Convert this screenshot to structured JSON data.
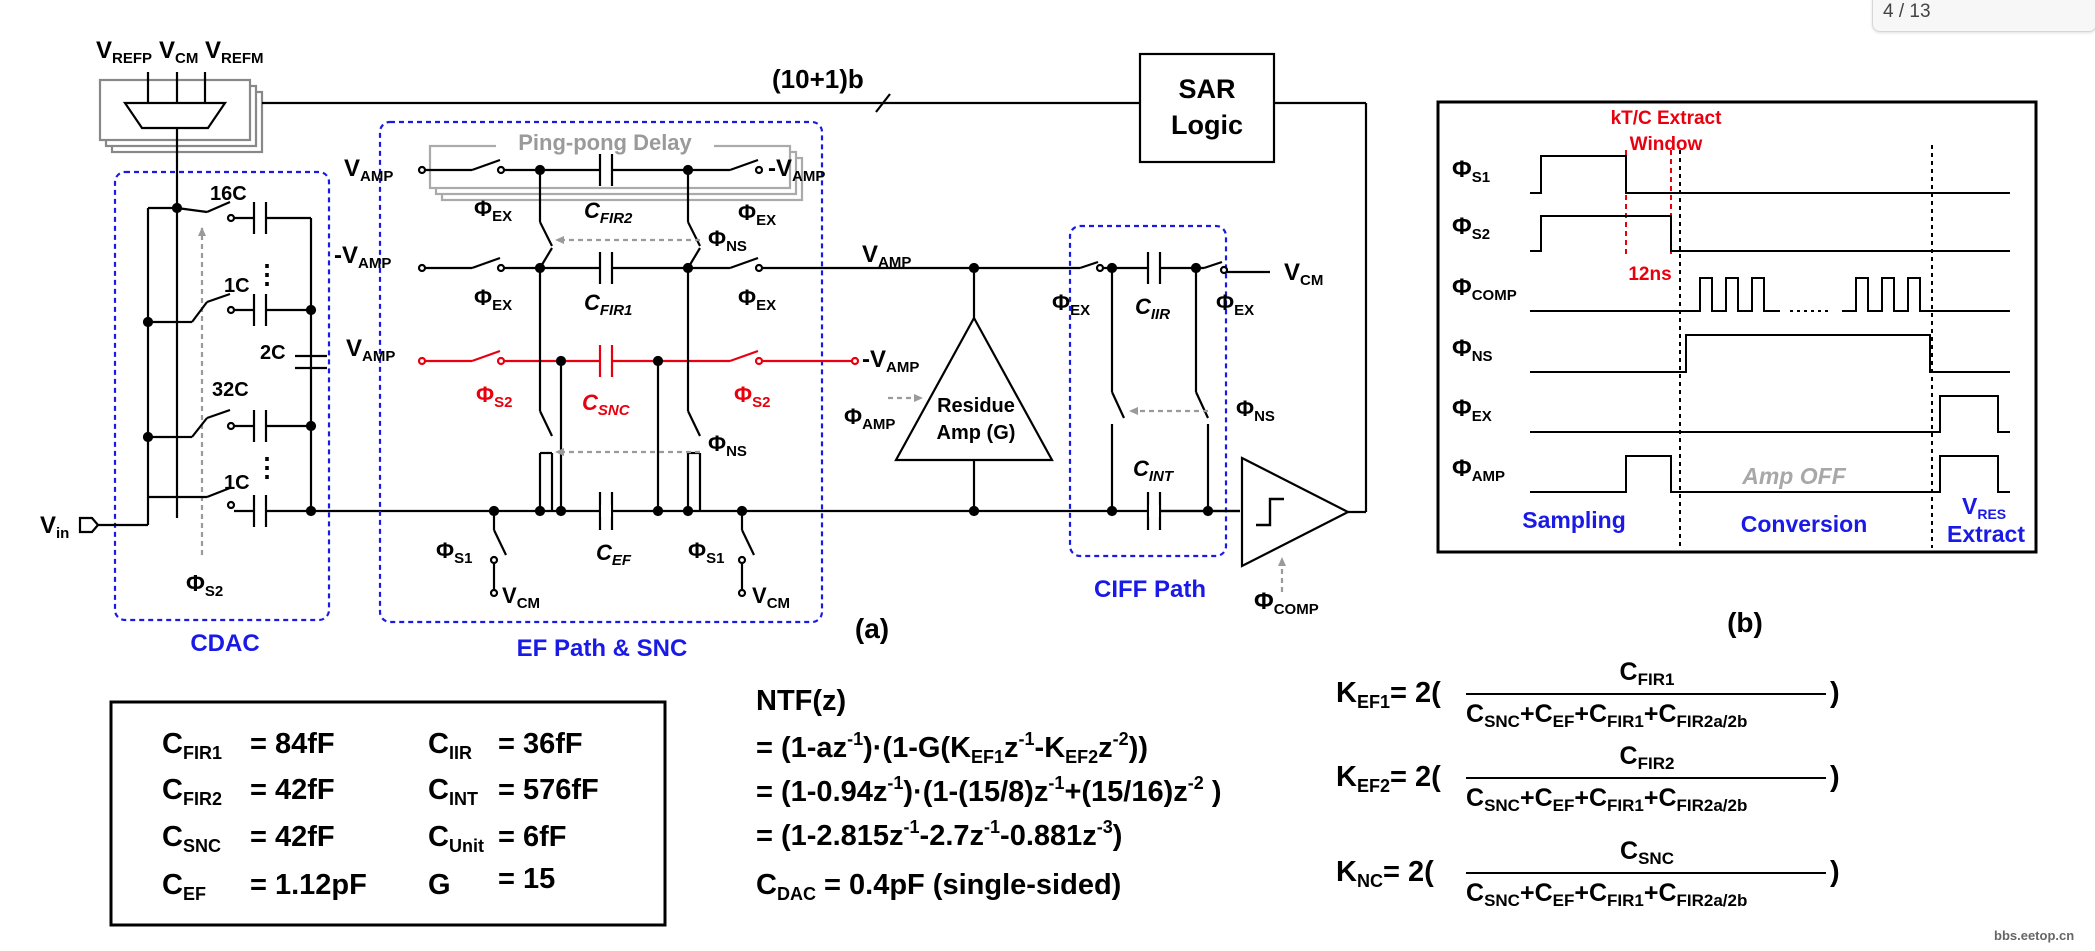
{
  "viewer": {
    "page_indicator": "4 / 13",
    "watermark": "bbs.eetop.cn"
  },
  "colors": {
    "wire": "#000000",
    "highlight": "#e8000e",
    "group_box": "#1a1ae6",
    "gray": "#9a9a9a"
  },
  "schematic": {
    "ref_inputs": {
      "v_refp": "V",
      "v_refp_sub": "REFP",
      "v_cm": "V",
      "v_cm_sub": "CM",
      "v_refm": "V",
      "v_refm_sub": "REFM"
    },
    "bus_label": "(10+1)b",
    "sar_logic": {
      "line1": "SAR",
      "line2": "Logic"
    },
    "cdac": {
      "caps": [
        "16C",
        "1C",
        "2C",
        "32C",
        "1C"
      ],
      "dots": "⋮",
      "input": {
        "base": "V",
        "sub": "in"
      },
      "phi_s2": {
        "base": "Φ",
        "sub": "S2"
      },
      "title": "CDAC"
    },
    "ef_path": {
      "title": "EF Path & SNC",
      "pingpong": "Ping-pong Delay",
      "v_amp": {
        "base": "V",
        "sub": "AMP"
      },
      "neg_v_amp": {
        "base": "-V",
        "sub": "AMP"
      },
      "phi_ex": {
        "base": "Φ",
        "sub": "EX"
      },
      "phi_ns": {
        "base": "Φ",
        "sub": "NS"
      },
      "phi_s2": {
        "base": "Φ",
        "sub": "S2"
      },
      "phi_s1": {
        "base": "Φ",
        "sub": "S1"
      },
      "v_cm": {
        "base": "V",
        "sub": "CM"
      },
      "c_fir2": {
        "base": "C",
        "sub": "FIR2"
      },
      "c_fir1": {
        "base": "C",
        "sub": "FIR1"
      },
      "c_snc": {
        "base": "C",
        "sub": "SNC"
      },
      "c_ef": {
        "base": "C",
        "sub": "EF"
      }
    },
    "residue_amp": {
      "line1": "Residue",
      "line2": "Amp (G)",
      "phi_amp": {
        "base": "Φ",
        "sub": "AMP"
      },
      "v_amp": {
        "base": "V",
        "sub": "AMP"
      }
    },
    "ciff": {
      "title": "CIFF Path",
      "c_iir": {
        "base": "C",
        "sub": "IIR"
      },
      "c_int": {
        "base": "C",
        "sub": "INT"
      },
      "phi_ex": {
        "base": "Φ",
        "sub": "EX"
      },
      "phi_ns": {
        "base": "Φ",
        "sub": "NS"
      },
      "v_cm": {
        "base": "V",
        "sub": "CM"
      },
      "phi_comp": {
        "base": "Φ",
        "sub": "COMP"
      }
    },
    "caption": "(a)"
  },
  "timing": {
    "caption": "(b)",
    "kt_c": {
      "line1": "kT/C Extract",
      "line2": "Window"
    },
    "delay_label": "12ns",
    "amp_off": "Amp OFF",
    "dots": ".......",
    "signals": [
      {
        "base": "Φ",
        "sub": "S1"
      },
      {
        "base": "Φ",
        "sub": "S2"
      },
      {
        "base": "Φ",
        "sub": "COMP"
      },
      {
        "base": "Φ",
        "sub": "NS"
      },
      {
        "base": "Φ",
        "sub": "EX"
      },
      {
        "base": "Φ",
        "sub": "AMP"
      }
    ],
    "phases": {
      "sampling": "Sampling",
      "conversion": "Conversion",
      "vres_base": "V",
      "vres_sub": "RES",
      "extract": "Extract"
    }
  },
  "params": {
    "rows": [
      {
        "l1": "C",
        "s1": "FIR1",
        "v1": "= 84fF",
        "l2": "C",
        "s2": "IIR",
        "v2": "= 36fF"
      },
      {
        "l1": "C",
        "s1": "FIR2",
        "v1": "= 42fF",
        "l2": "C",
        "s2": "INT",
        "v2": "= 576fF"
      },
      {
        "l1": "C",
        "s1": "SNC",
        "v1": "= 42fF",
        "l2": "C",
        "s2": "Unit",
        "v2": "= 6fF"
      },
      {
        "l1": "C",
        "s1": "EF",
        "v1": "= 1.12pF",
        "l2": "G",
        "s2": "",
        "v2": "= 15"
      }
    ]
  },
  "ntf": {
    "title": "NTF(z)",
    "line1": {
      "p1": "= (1-az",
      "e1": "-1",
      "p2": ")·(1-G(K",
      "s1": "EF1",
      "p3": "z",
      "e2": "-1",
      "p4": "-K",
      "s2": "EF2",
      "p5": "z",
      "e3": "-2",
      "p6": "))"
    },
    "line2": {
      "p1": "= (1-0.94z",
      "e1": "-1",
      "p2": ")·(1-(15/8)z",
      "e2": "-1",
      "p3": "+(15/16)z",
      "e3": "-2",
      "p4": " )"
    },
    "line3": {
      "p1": "= (1-2.815z",
      "e1": "-1",
      "p2": "-2.7z",
      "e2": "-1",
      "p3": "-0.881z",
      "e3": "-3",
      "p4": ")"
    },
    "cdac": {
      "base": "C",
      "sub": "DAC",
      "rest": "  = 0.4pF (single-sided)"
    }
  },
  "coefficients": [
    {
      "lhs_base": "K",
      "lhs_sub": "EF1",
      "eq": "= 2(",
      "num_base": "C",
      "num_sub": "FIR1"
    },
    {
      "lhs_base": "K",
      "lhs_sub": "EF2",
      "eq": "= 2(",
      "num_base": "C",
      "num_sub": "FIR2"
    },
    {
      "lhs_base": "K",
      "lhs_sub": "NC",
      "eq": "= 2(",
      "num_base": "C",
      "num_sub": "SNC"
    }
  ],
  "denominator": {
    "t1": "C",
    "s1": "SNC",
    "t2": "+C",
    "s2": "EF",
    "t3": "+C",
    "s3": "FIR1",
    "t4": "+C",
    "s4": "FIR2a/2b"
  },
  "close_paren": ")"
}
